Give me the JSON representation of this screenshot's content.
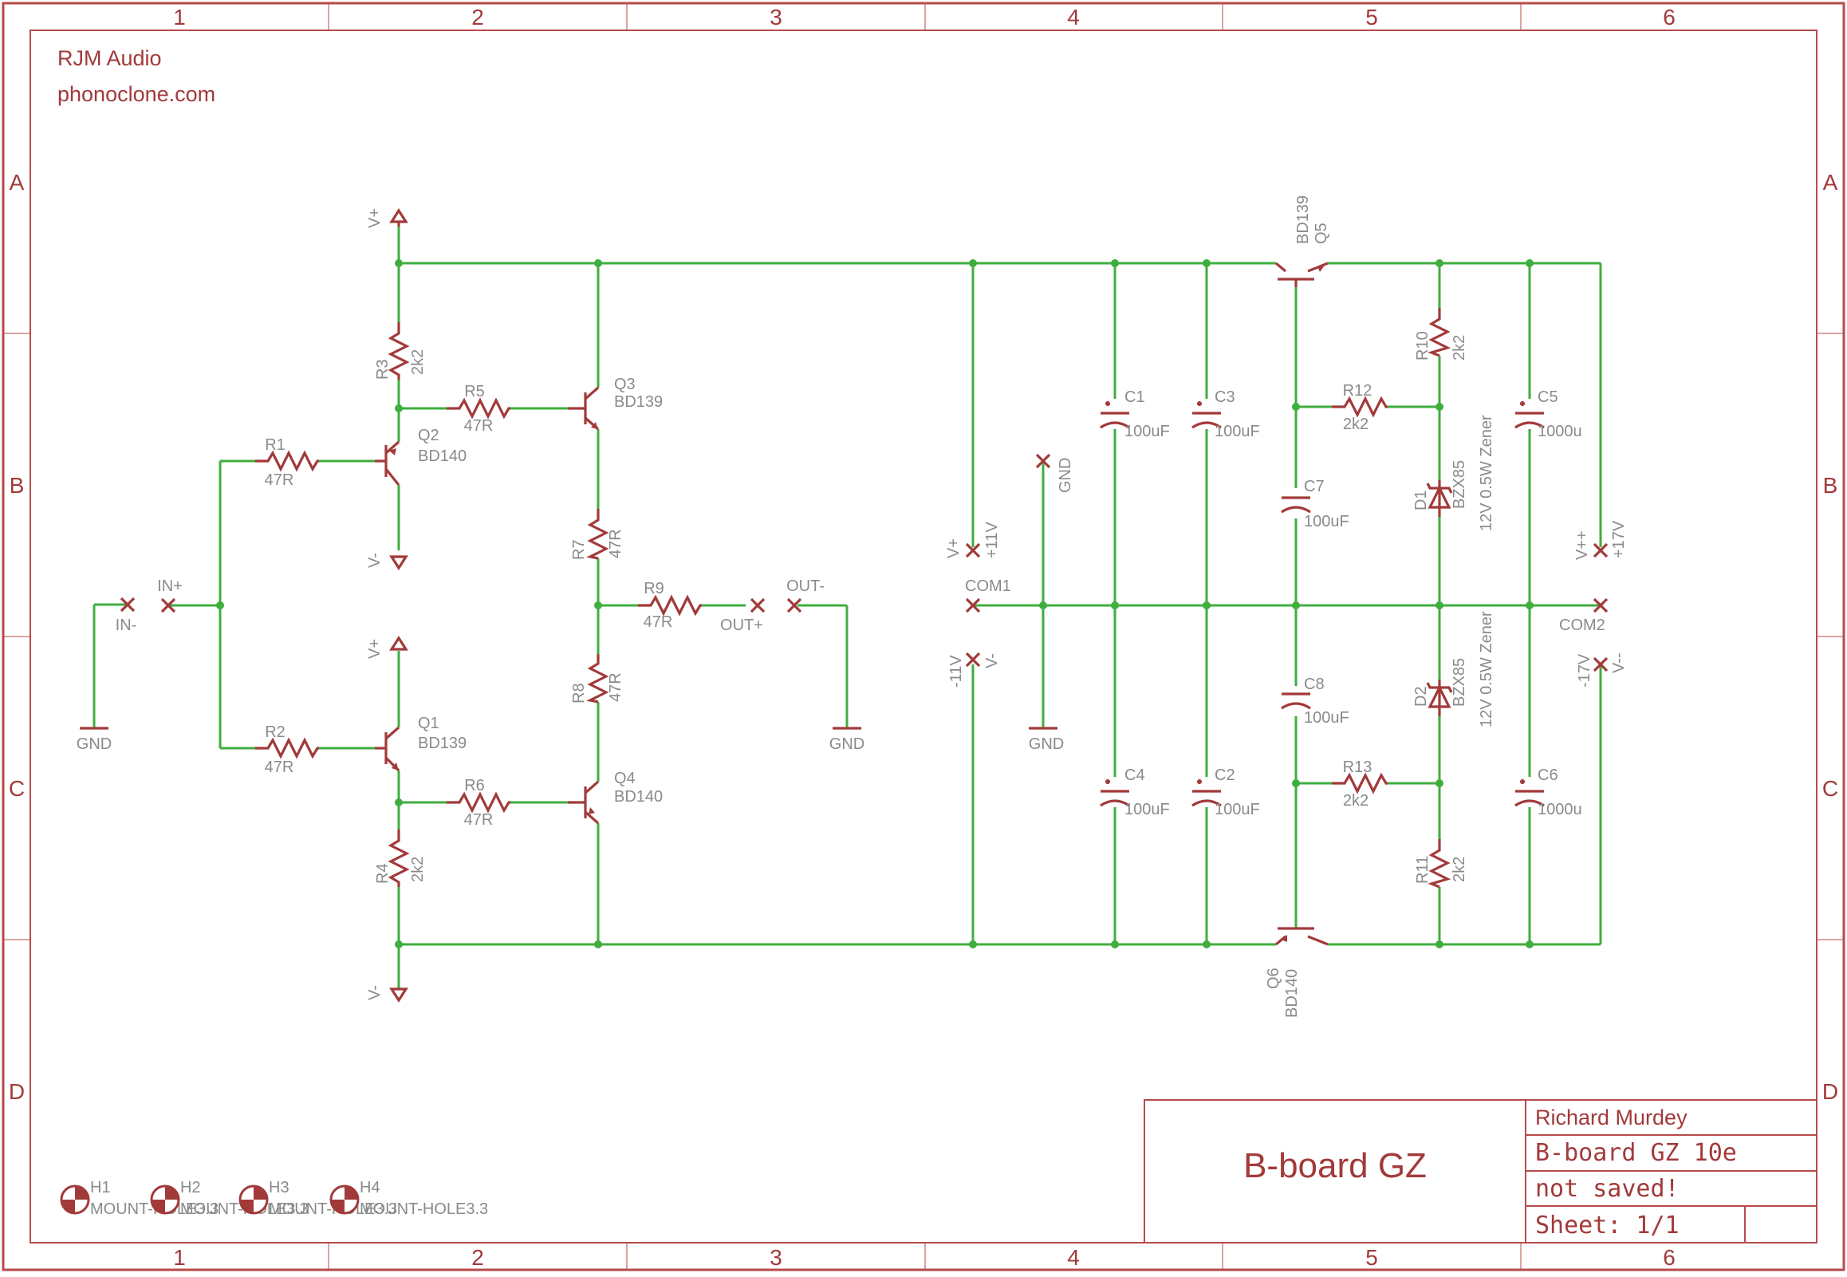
{
  "frame": {
    "columns": [
      "1",
      "2",
      "3",
      "4",
      "5",
      "6"
    ],
    "rows": [
      "A",
      "B",
      "C",
      "D"
    ]
  },
  "brand": {
    "company": "RJM Audio",
    "website": "phonoclone.com"
  },
  "title_block": {
    "title": "B-board GZ",
    "author": "Richard Murdey",
    "project": "B-board GZ 10e",
    "status": "not saved!",
    "sheet": "Sheet: 1/1"
  },
  "colors": {
    "frame": "#b84a4a",
    "wire": "#3fae3f",
    "symbol": "#a23a3a",
    "label": "#8a8a8a"
  },
  "components": {
    "R1": {
      "name": "R1",
      "value": "47R"
    },
    "R2": {
      "name": "R2",
      "value": "47R"
    },
    "R3": {
      "name": "R3",
      "value": "2k2"
    },
    "R4": {
      "name": "R4",
      "value": "2k2"
    },
    "R5": {
      "name": "R5",
      "value": "47R"
    },
    "R6": {
      "name": "R6",
      "value": "47R"
    },
    "R7": {
      "name": "R7",
      "value": "47R"
    },
    "R8": {
      "name": "R8",
      "value": "47R"
    },
    "R9": {
      "name": "R9",
      "value": "47R"
    },
    "R10": {
      "name": "R10",
      "value": "2k2"
    },
    "R11": {
      "name": "R11",
      "value": "2k2"
    },
    "R12": {
      "name": "R12",
      "value": "2k2"
    },
    "R13": {
      "name": "R13",
      "value": "2k2"
    },
    "Q1": {
      "name": "Q1",
      "value": "BD139"
    },
    "Q2": {
      "name": "Q2",
      "value": "BD140"
    },
    "Q3": {
      "name": "Q3",
      "value": "BD139"
    },
    "Q4": {
      "name": "Q4",
      "value": "BD140"
    },
    "Q5": {
      "name": "Q5",
      "value": "BD139"
    },
    "Q6": {
      "name": "Q6",
      "value": "BD140"
    },
    "C1": {
      "name": "C1",
      "value": "100uF"
    },
    "C2": {
      "name": "C2",
      "value": "100uF"
    },
    "C3": {
      "name": "C3",
      "value": "100uF"
    },
    "C4": {
      "name": "C4",
      "value": "100uF"
    },
    "C5": {
      "name": "C5",
      "value": "1000u"
    },
    "C6": {
      "name": "C6",
      "value": "1000u"
    },
    "C7": {
      "name": "C7",
      "value": "100uF"
    },
    "C8": {
      "name": "C8",
      "value": "100uF"
    },
    "D1": {
      "name": "D1",
      "value": "BZX85",
      "desc": "12V 0.5W Zener"
    },
    "D2": {
      "name": "D2",
      "value": "BZX85",
      "desc": "12V 0.5W Zener"
    }
  },
  "supplies": {
    "vplus": "V+",
    "vminus": "V-",
    "gnd": "GND"
  },
  "connectors": {
    "in_plus": "IN+",
    "in_minus": "IN-",
    "out_plus": "OUT+",
    "out_minus": "OUT-",
    "vp11": "V+",
    "vp11_val": "+11V",
    "vm11": "V-",
    "vm11_val": "-11V",
    "com1": "COM1",
    "com2": "COM2",
    "gnd": "GND",
    "vpp17": "V++",
    "vpp17_val": "+17V",
    "vmm17": "V--",
    "vmm17_val": "-17V"
  },
  "mount_holes": [
    {
      "name": "H1",
      "value": "MOUNT-HOLE3.3"
    },
    {
      "name": "H2",
      "value": "MOUNT-HOLE3.3"
    },
    {
      "name": "H3",
      "value": "MOUNT-HOLE3.3"
    },
    {
      "name": "H4",
      "value": "MOUNT-HOLE3.3"
    }
  ]
}
